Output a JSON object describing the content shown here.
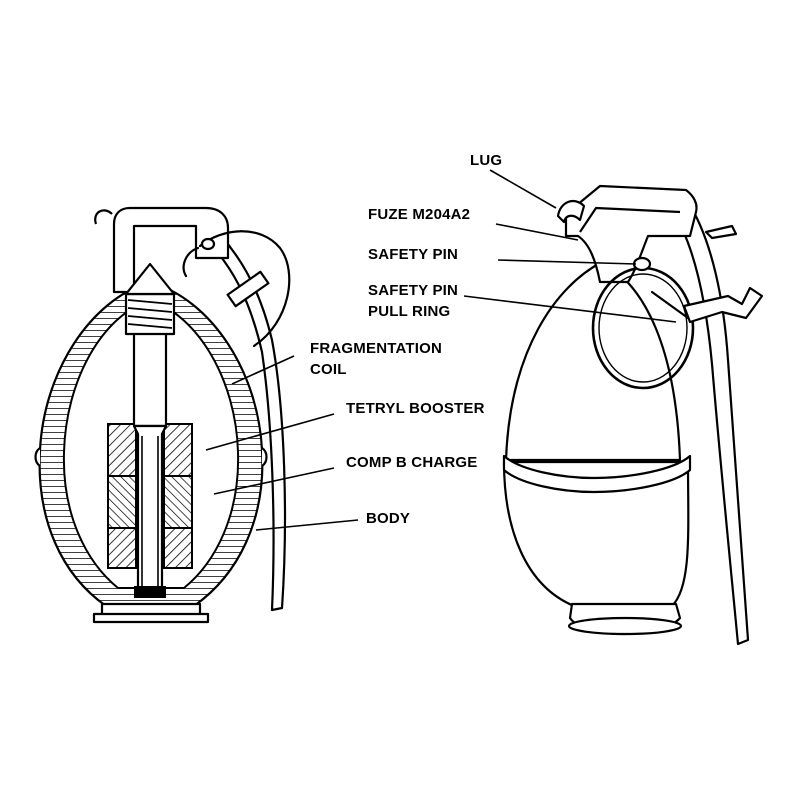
{
  "labels": {
    "lug": "LUG",
    "fuze": "FUZE M204A2",
    "safety_pin": "SAFETY PIN",
    "pull_ring_line1": "SAFETY PIN",
    "pull_ring_line2": "PULL RING",
    "frag_line1": "FRAGMENTATION",
    "frag_line2": "COIL",
    "tetryl": "TETRYL BOOSTER",
    "compb": "COMP B CHARGE",
    "body": "BODY"
  },
  "colors": {
    "ink": "#000000",
    "background": "#ffffff"
  }
}
